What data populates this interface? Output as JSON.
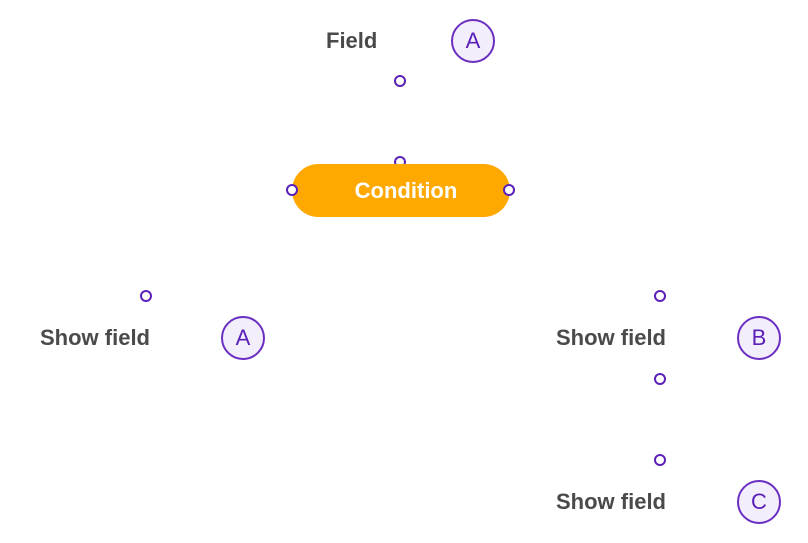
{
  "source": {
    "label": "Field",
    "badge": "A"
  },
  "condition": {
    "label": "Condition",
    "color": "#FFA800"
  },
  "outputs": [
    {
      "label": "Show field",
      "badge": "A"
    },
    {
      "label": "Show field",
      "badge": "B"
    },
    {
      "label": "Show field",
      "badge": "C"
    }
  ],
  "colors": {
    "accent": "#5A20B8",
    "badge_fill": "#F3EEFC",
    "text": "#4A4A4A"
  }
}
